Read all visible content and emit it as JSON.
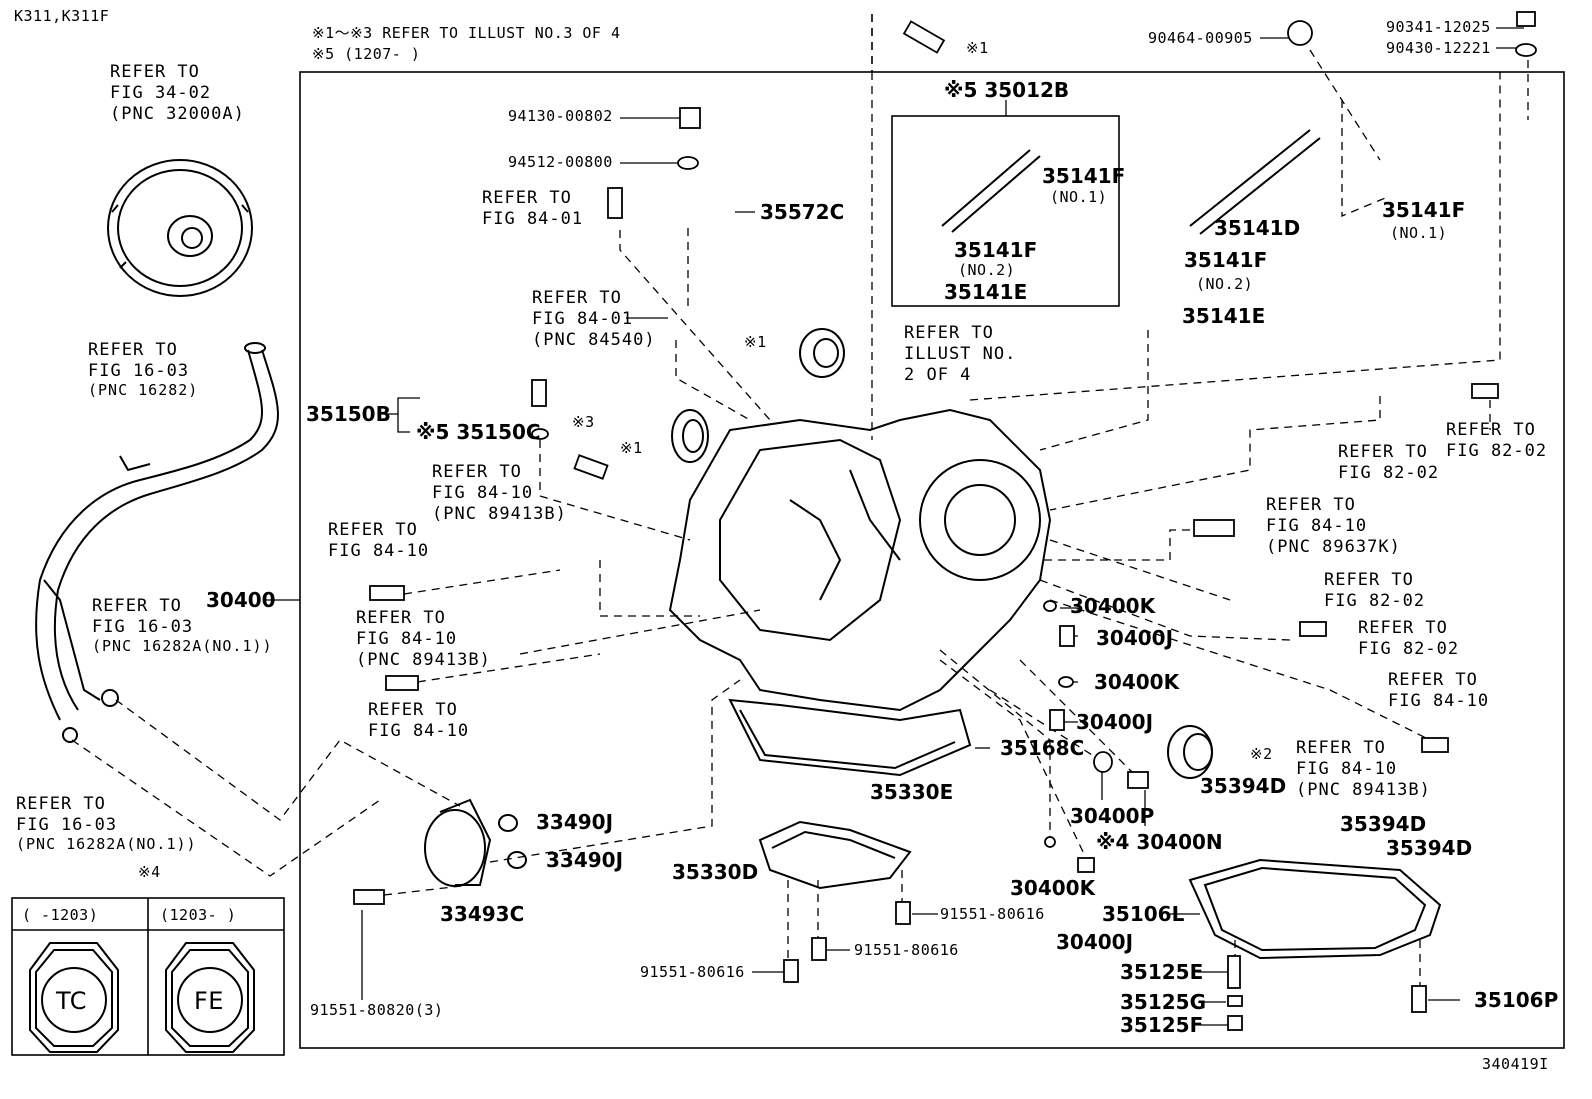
{
  "header": {
    "model": "K311,K311F",
    "note1": "※1～※3 REFER TO ILLUST NO.3 OF 4",
    "note2": "※5 (1207-        )"
  },
  "footer": {
    "illust_id": "340419I"
  },
  "legend": {
    "mark": "※4",
    "left_range": "(    -1203)",
    "right_range": "(1203-     )",
    "left_symbol": "TC",
    "right_symbol": "FE"
  },
  "labels": {
    "l30400": "30400",
    "l35150b": "35150B",
    "l35150c": "※5 35150C",
    "l94130": "94130-00802",
    "l94512": "94512-00800",
    "l35572c": "35572C",
    "l35012b": "※5 35012B",
    "l35141f_a": "35141F",
    "l35141f_a_sub": "(NO.1)",
    "l35141f_b": "35141F",
    "l35141f_b_sub": "(NO.2)",
    "l35141e_a": "35141E",
    "l35141d": "35141D",
    "l35141f_c": "35141F",
    "l35141f_c_sub": "(NO.2)",
    "l35141e_b": "35141E",
    "l35141f_d": "35141F",
    "l35141f_d_sub": "(NO.1)",
    "l90464": "90464-00905",
    "l90341": "90341-12025",
    "l90430": "90430-12221",
    "mark1_top": "※1",
    "mark1_mid": "※1",
    "mark1_low": "※1",
    "mark3": "※3",
    "l30400k_a": "30400K",
    "l30400j_a": "30400J",
    "l30400k_b": "30400K",
    "l30400j_b": "30400J",
    "l35168c": "35168C",
    "l35330e": "35330E",
    "l30400p": "30400P",
    "l30400n": "※4 30400N",
    "l35394d_a": "35394D",
    "mark2": "※2",
    "l35394d_b": "35394D",
    "l35394d_c": "35394D",
    "l33490j_a": "33490J",
    "l33490j_b": "33490J",
    "l33493c": "33493C",
    "l35330d": "35330D",
    "l91551_a": "91551-80616",
    "l91551_b": "91551-80616",
    "l91551_c": "91551-80616",
    "l91551_d": "91551-80820(3)",
    "l30400k_c": "30400K",
    "l30400j_c": "30400J",
    "l35106l": "35106L",
    "l35125e": "35125E",
    "l35125g": "35125G",
    "l35125f": "35125F",
    "l35106p": "35106P"
  },
  "refs": {
    "r_converter": [
      "REFER TO",
      "FIG 34-02",
      "(PNC 32000A)"
    ],
    "r_hose": [
      "REFER TO",
      "FIG 16-03",
      "(PNC 16282)"
    ],
    "r_hose_no1_a": [
      "REFER TO",
      "FIG 16-03",
      "(PNC 16282A(NO.1))"
    ],
    "r_hose_no1_b": [
      "REFER TO",
      "FIG 16-03",
      "(PNC 16282A(NO.1))"
    ],
    "r_bolt_8401": [
      "REFER TO",
      "FIG 84-01"
    ],
    "r_sensor_84540": [
      "REFER TO",
      "FIG 84-01",
      "(PNC 84540)"
    ],
    "r_illust2": [
      "REFER TO",
      "ILLUST NO.",
      "2 OF 4"
    ],
    "r_8410_89413_a": [
      "REFER TO",
      "FIG 84-10",
      "(PNC 89413B)"
    ],
    "r_8410_bolt_a": [
      "REFER TO",
      "FIG 84-10"
    ],
    "r_8410_89413_b": [
      "REFER TO",
      "FIG 84-10",
      "(PNC 89413B)"
    ],
    "r_8410_bolt_b": [
      "REFER TO",
      "FIG 84-10"
    ],
    "r_8202_a": [
      "REFER TO",
      "FIG 82-02"
    ],
    "r_8202_b": [
      "REFER TO",
      "FIG 82-02"
    ],
    "r_8410_89637": [
      "REFER TO",
      "FIG 84-10",
      "(PNC 89637K)"
    ],
    "r_8202_c": [
      "REFER TO",
      "FIG 82-02"
    ],
    "r_8202_d": [
      "REFER TO",
      "FIG 82-02"
    ],
    "r_8410_bolt_c": [
      "REFER TO",
      "FIG 84-10"
    ],
    "r_8410_89413_c": [
      "REFER TO",
      "FIG 84-10",
      "(PNC 89413B)"
    ]
  }
}
